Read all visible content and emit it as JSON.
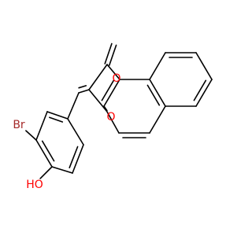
{
  "atoms": {
    "carbonyl_oxygen": {
      "symbol": "O",
      "color": "#FF0000"
    },
    "ring_oxygen": {
      "symbol": "O",
      "color": "#FF0000"
    },
    "bromine": {
      "symbol": "Br",
      "color": "#A52A2A"
    },
    "hydroxyl": {
      "symbol": "HO",
      "color": "#FF0000"
    }
  }
}
